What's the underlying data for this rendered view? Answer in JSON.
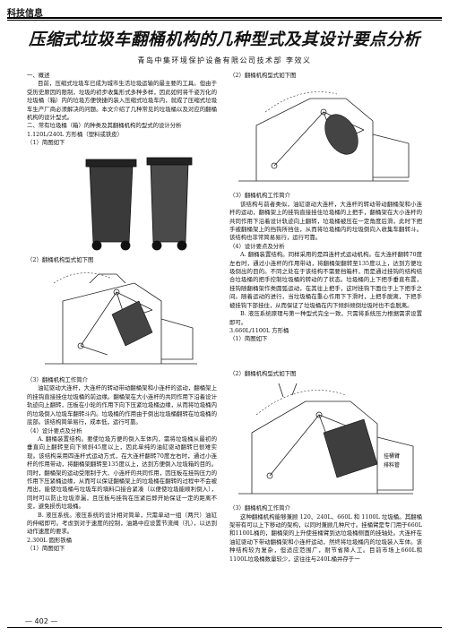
{
  "header": {
    "section": "科技信息"
  },
  "title": "压缩式垃圾车翻桶机构的几种型式及其设计要点分析",
  "byline": "青岛中集环境保护设备有限公司技术部  李效义",
  "left": {
    "s1_head": "一、概述",
    "s1_p1": "目前，压缩式垃圾车已成为城市生活垃圾运输的最主要的工具。但由于受历史原因的限制，垃圾的初步收集形式多种多样，因此如何将千姿万化的垃圾桶（箱）内的垃圾方便快捷的装入压缩式垃圾车内，就成了压缩式垃圾车生产厂商必须解决的问题。本文介绍了几种常见的垃圾桶以及对应的翻桶机构的设计型式。",
    "s2_head": "二、常有垃圾桶（箱）的种类及其翻桶机构的型式的设计分析",
    "s2_sub1": "1.120L/240L 方形桶（塑料或铁皮）",
    "fig1_cap": "（1）简图如下",
    "fig2_cap": "（2）翻桶机构型式如下图",
    "s3_head": "（3）翻桶机构工作简介",
    "s3_p1": "油缸驱动大连杆，大连杆的转动带动翻桶架和小连杆的运动，翻桶架上的挂钩直接挂住垃圾桶的前边缘。翻桶架在大小连杆的共同作用下沿着设计轨迹向上翻转，压板在小轮的作用下向下压紧垃圾桶边缘，从而将垃圾桶内的垃圾倒入垃圾车翻转斗内。垃圾桶的作用由于倒出垃圾桶翻转在垃圾桶的底部。该结构简单易行，成本低，运行可靠。",
    "s4_head": "（4）设计要点及分析",
    "s4_p1": "A. 翻桶装置结构。要使垃圾方便的倒入车体内，需将垃圾桶从最初的垂直向上翻转至向下倾斜45度以上，因此单纯的油缸驱动翻转已很难实现。该结构采用四连杆式运动方式，在大连杆翻转70度左右时，通过小连杆的作用带动，将翻桶架翻转至135度以上，达到方便倒入垃圾箱的目的。同时，翻桶架的运动受限制于大、小连杆的共同作用，因压板在挂钩压力的作用下压紧桶边缘，从而可以保证翻桶架上的垃圾桶在翻转的过程中不会被甩出，能使垃圾桶与垃圾车的填料口接合紧凑（以便使垃圾能顺利倒入），同时可以防止垃圾渗漏，且压板与挂钩在压紧后即开始保证一定的距离不变，避免损伤垃圾桶。",
    "s4_p2": "B. 液压系统。液压系统的设计相对简单，只需单动一组（两只）油缸的伸缩即可。考虑到对于速度的控制，油路中应设置节流阀（孔），以达到动作速度的要求。",
    "s5_head": "2.300L 圆形铁桶",
    "s5_fig": "（1）简图如下"
  },
  "right": {
    "fig3_cap": "（2）翻桶机构型式如下图",
    "s6_head": "（3）翻桶机构工作简介",
    "s6_p1": "该结构与前者类似，油缸驱动大连杆，大连杆的转动带动翻桶架和小连杆的运动，翻桶架上的挂钩直接挂住垃圾桶的上把手，翻桶架在大小连杆的共同作用下沿着设计轨迹向上翻转，垃圾桶被压在一定角度后滑，此时下把手被翻桶架上的挡钩所挡住，从而将垃圾桶内的垃圾倒向入收集车翻转斗。该结构也非常简易易行，运行可靠。",
    "s7_head": "（4）设计要点及分析",
    "s7_p1": "A. 翻桶装置结构。同样采用的是四连杆式运动机构。在大连杆翻转70度左右时，通过小连杆的作用带动，将翻桶架翻转至135度以上，达到方便垃圾倒出的目的。不同之处在于该结构不需要挡箱杆，而是通过挂钩的结构结合垃圾桶的把手控制垃圾桶的转动的了状态。垃圾桶的上下把手垂直布置，挂钩随翻桶架作类圆弧运动，在其往上把手，这时挂钩下面位于上下把手之间。随着运动的进行，当垃圾桶在重心作用下下滑时，上把手脱离，下把手被挂钩下部挂住，从而保证了垃圾桶在内下倾斜倾倒垃圾时也不会脱离。",
    "s7_p2": "B. 液压系统原理与第一种型式完全一致，只需将系统压力根据需求设置即可。",
    "s8_head": "3.660L/1100L 方形桶",
    "s8_fig": "（1）简图如下",
    "fig4_cap": "（2）翻桶机构型式如下图",
    "s9_head": "（3）翻桶机构工作简介",
    "s9_p1": "这种翻桶机构能够兼顾 120、240L、660L 和 1100L 垃圾桶。其翻桶架带有可以上下移动的架构，以同时兼顾几种尺寸。挂桶臂是专门用于660L和1100L桶的，翻桶架的上升使挂桶臂到达垃圾桶侧面的挂轴处。大连杆在油缸驱动下带动翻桶架和小连杆运动，然终将垃圾桶内的垃圾装入车体。该种结构较为复杂，但适应范围广，耐节省降人工。目前市场上660L和1100L垃圾桶数量较少，这往往与240L桶并存于一"
  },
  "figure_labels": {
    "fig4_a": "挂桶臂",
    "fig4_b": "排料管"
  },
  "footer": {
    "page": "— 402 —"
  }
}
